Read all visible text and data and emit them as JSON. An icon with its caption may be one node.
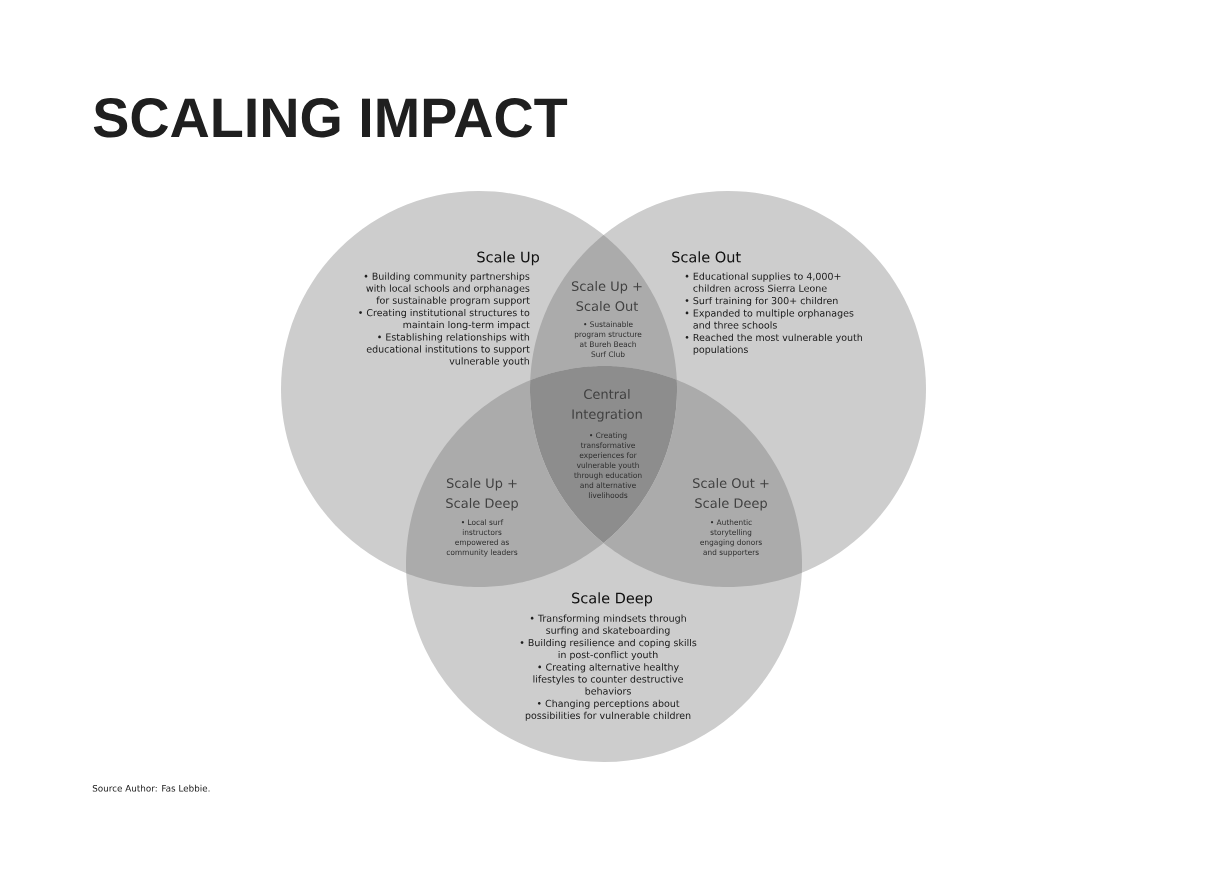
{
  "diagram": {
    "title": "SCALING IMPACT",
    "nodes": [
      {
        "text": [
          "Scale Up",
          "• Building community partnerships with local schools and orphanages for sustainable program support",
          "• Creating institutional structures to maintain long-term impact",
          "• Establishing relationships with educational institutions to support vulnerable youth"
        ]
      },
      {
        "text": [
          "Scale Out",
          "• Educational supplies to 4,000+ children across Sierra Leone",
          "• Surf training for 300+ children",
          "• Expanded to multiple orphanages and three schools",
          "• Reached the most vulnerable youth populations"
        ]
      },
      {
        "text": [
          "Scale Up + Scale Out",
          "• Sustainable program structure at Bureh Beach Surf Club"
        ]
      },
      {
        "text": [
          "Central Integration",
          "• Creating transformative experiences for vulnerable youth through education and alternative livelihoods"
        ]
      },
      {
        "text": [
          "Scale Up + Scale Deep",
          "• Local surf instructors empowered as community leaders"
        ]
      },
      {
        "text": [
          "Scale Out + Scale Deep",
          "• Authentic storytelling engaging donors and supporters"
        ]
      },
      {
        "text": [
          "Scale Deep",
          "• Transforming mindsets through surfing and skateboarding",
          "• Building resilience and coping skills in post-conflict youth",
          "• Creating alternative healthy lifestyles to counter destructive behaviors",
          "• Changing perceptions about possibilities for vulnerable children"
        ]
      }
    ],
    "labels": [
      "Source Author: Fas Lebbie."
    ]
  }
}
